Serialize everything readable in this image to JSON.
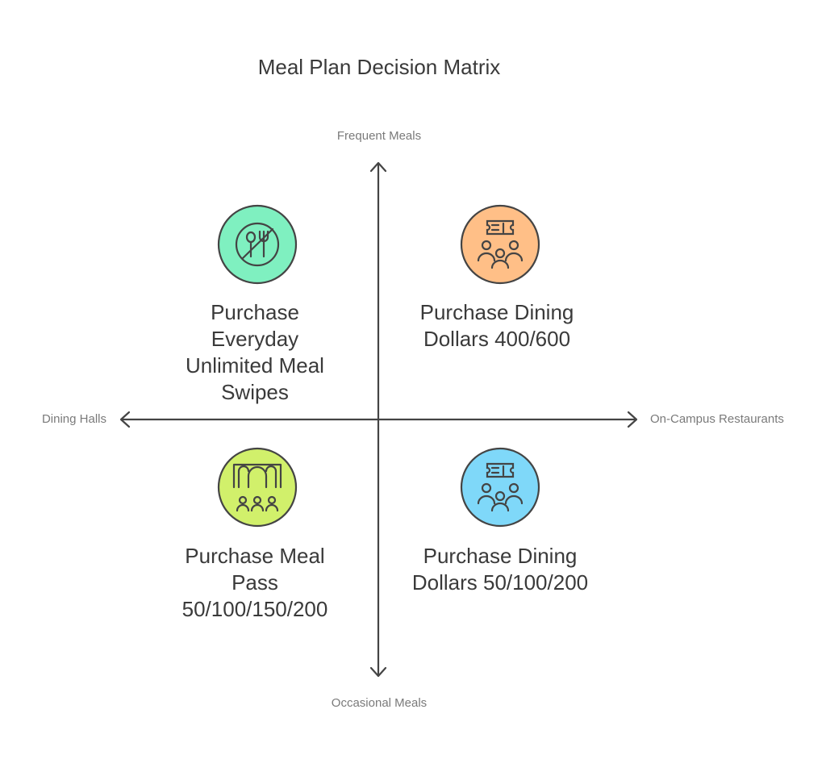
{
  "title": "Meal Plan Decision Matrix",
  "axes": {
    "top": "Frequent Meals",
    "bottom": "Occasional Meals",
    "left": "Dining Halls",
    "right": "On-Campus Restaurants"
  },
  "quadrants": {
    "top_left": {
      "lines": [
        "Purchase",
        "Everyday",
        "Unlimited Meal",
        "Swipes"
      ],
      "color": "#7ff0c0",
      "icon": "no-utensils-icon"
    },
    "top_right": {
      "lines": [
        "Purchase Dining",
        "Dollars 400/600"
      ],
      "color": "#ffbf87",
      "icon": "ticket-group-icon"
    },
    "bottom_left": {
      "lines": [
        "Purchase Meal",
        "Pass",
        "50/100/150/200"
      ],
      "color": "#d1f06b",
      "icon": "dining-hall-group-icon"
    },
    "bottom_right": {
      "lines": [
        "Purchase Dining",
        "Dollars 50/100/200"
      ],
      "color": "#7fd8f9",
      "icon": "ticket-group-icon"
    }
  }
}
